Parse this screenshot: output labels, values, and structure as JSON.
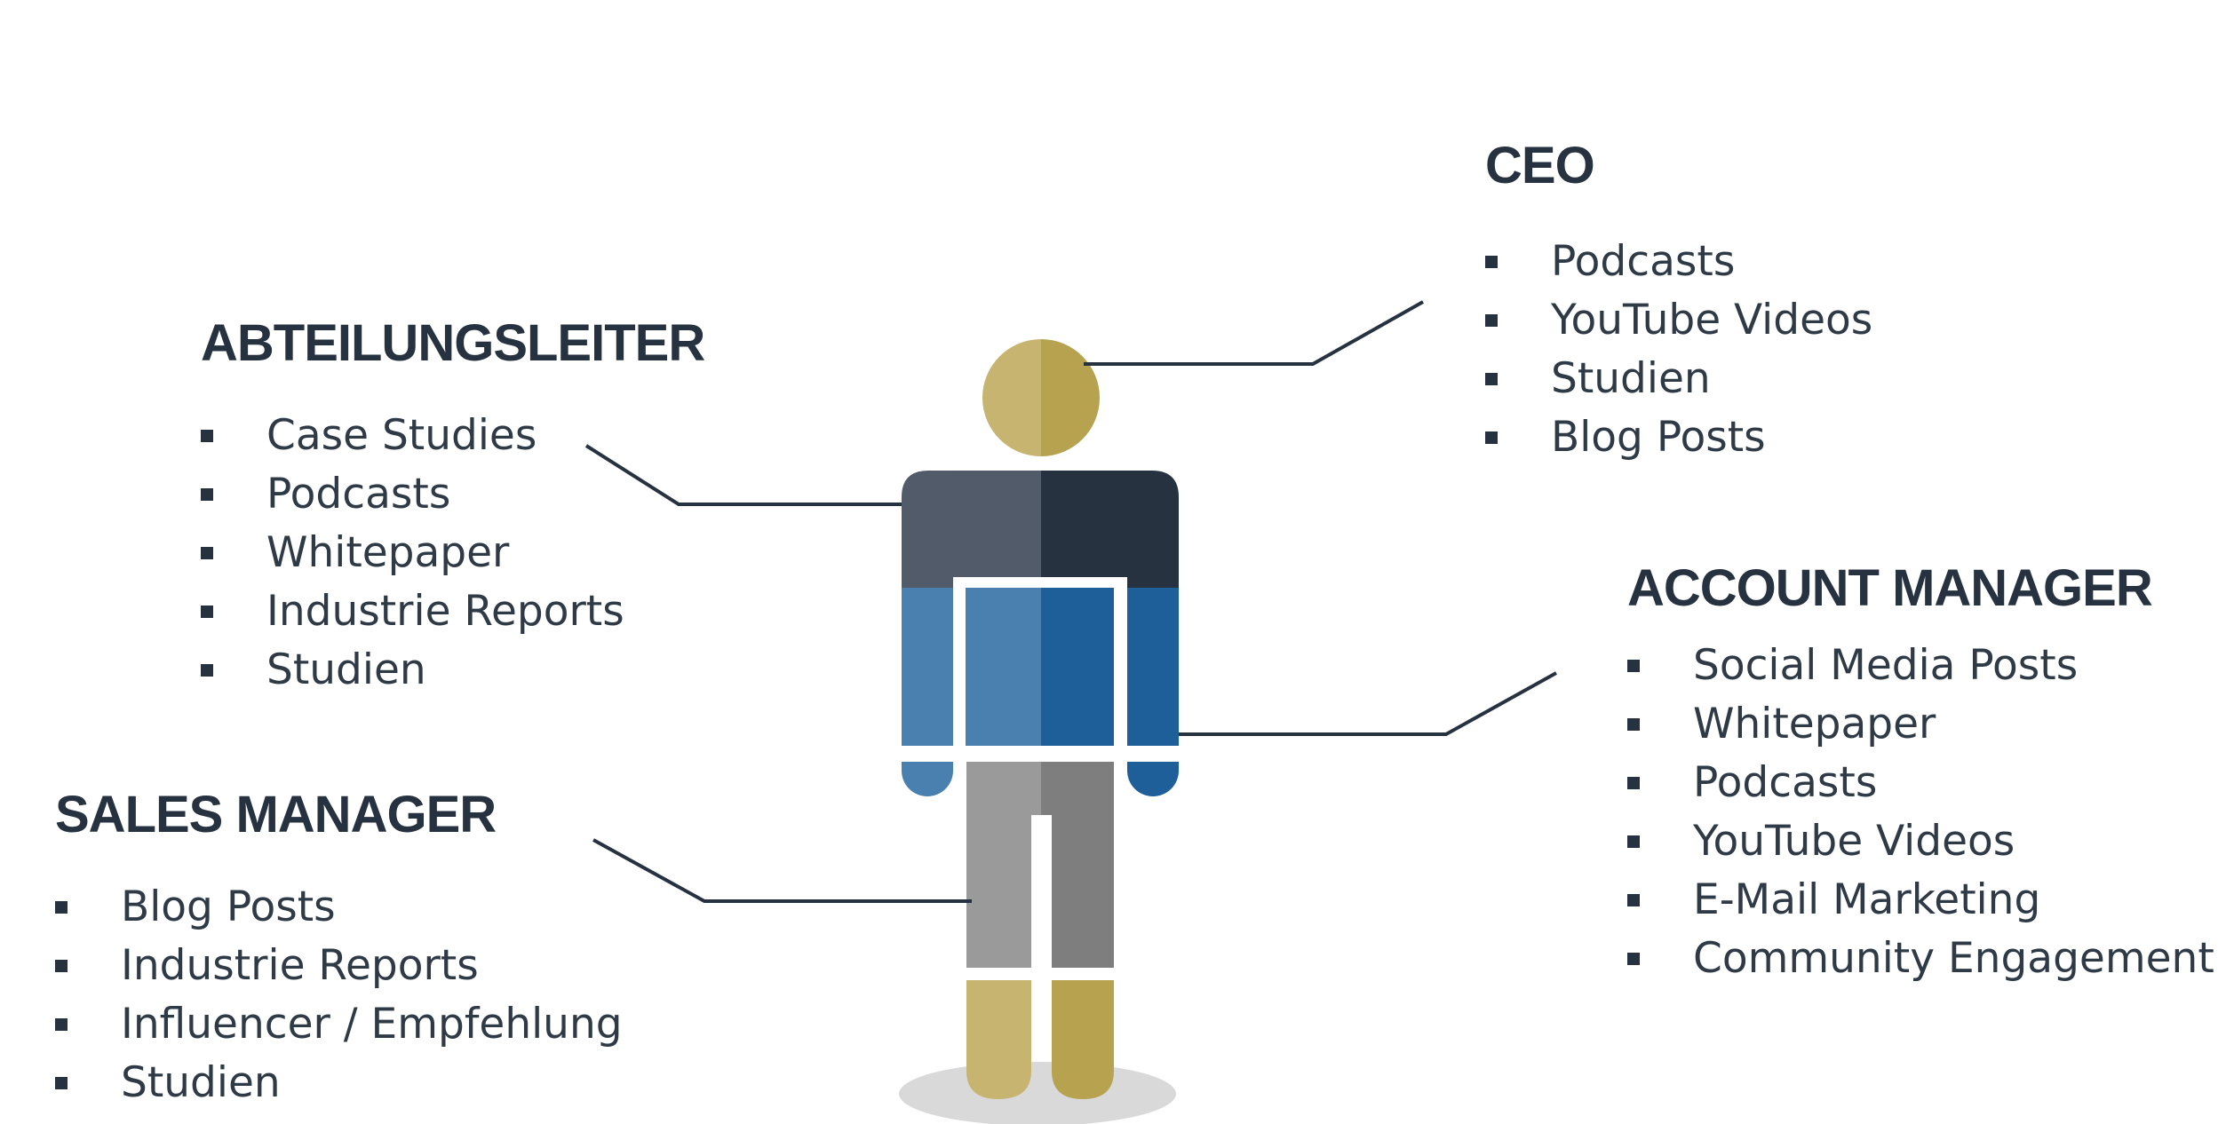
{
  "groups": {
    "ceo": {
      "title": "CEO",
      "items": [
        "Podcasts",
        "YouTube Videos",
        "Studien",
        "Blog Posts"
      ]
    },
    "abteilungsleiter": {
      "title": "ABTEILUNGSLEITER",
      "items": [
        "Case Studies",
        "Podcasts",
        "Whitepaper",
        "Industrie Reports",
        "Studien"
      ]
    },
    "account_manager": {
      "title": "ACCOUNT MANAGER",
      "items": [
        "Social Media Posts",
        "Whitepaper",
        "Podcasts",
        "YouTube Videos",
        "E-Mail Marketing",
        "Community Engagement"
      ]
    },
    "sales_manager": {
      "title": "SALES MANAGER",
      "items": [
        "Blog Posts",
        "Industrie Reports",
        "Influencer / Empfehlung",
        "Studien"
      ]
    }
  },
  "colors": {
    "text": "#263240",
    "head_light": "#c6b470",
    "head_dark": "#b6a24f",
    "shoulder_light": "#515b69",
    "shoulder_dark": "#263240",
    "torso_light": "#4a80b0",
    "torso_dark": "#1e5f9a",
    "legs_light": "#9a9a9a",
    "legs_dark": "#7e7e7e",
    "feet_light": "#c6b470",
    "feet_dark": "#b6a24f",
    "shadow": "#d9d9d9"
  }
}
